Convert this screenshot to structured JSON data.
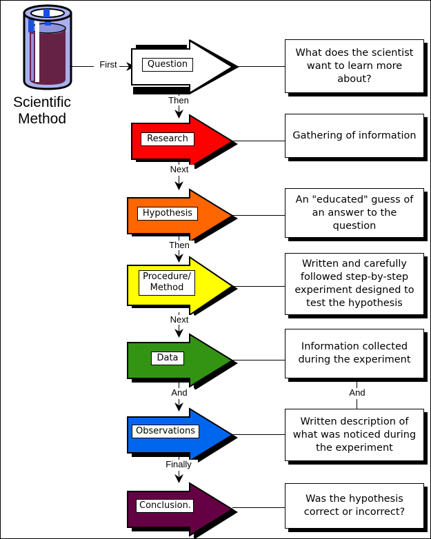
{
  "title": {
    "line1": "Scientific",
    "line2": "Method"
  },
  "icons": {
    "beaker": "beaker-icon",
    "arrow_head_right": "arrowhead-right-icon",
    "arrow_head_down": "arrowhead-down-icon"
  },
  "colors": {
    "question": "#ffffff",
    "research": "#ff0000",
    "hypothesis": "#ff6600",
    "procedure": "#ffff00",
    "data": "#339414",
    "observations": "#0066ee",
    "conclusion": "#660044",
    "outline": "#000000",
    "shadow": "#000000",
    "beaker_glass": "#aab0ee",
    "beaker_liquid": "#662244",
    "beaker_accent": "#1a4fe0"
  },
  "first_connector": {
    "label": "First"
  },
  "steps": [
    {
      "key": "question",
      "label": "Question",
      "fill": "#ffffff",
      "description": "What does the scientist want to learn more about?",
      "connector_below": "Then"
    },
    {
      "key": "research",
      "label": "Research",
      "fill": "#ff0000",
      "description": "Gathering of information",
      "connector_below": "Next"
    },
    {
      "key": "hypothesis",
      "label": "Hypothesis",
      "fill": "#ff6600",
      "description": "An \"educated\" guess of an answer to the question",
      "connector_below": "Then"
    },
    {
      "key": "procedure",
      "label": "Procedure/\nMethod",
      "fill": "#ffff00",
      "description": "Written and carefully followed step-by-step experiment designed to test the hypothesis",
      "connector_below": "Next"
    },
    {
      "key": "data",
      "label": "Data",
      "fill": "#339414",
      "description": "Information collected during the experiment",
      "connector_below": "And"
    },
    {
      "key": "observations",
      "label": "Observations",
      "fill": "#0066ee",
      "description": "Written description of what was noticed during the experiment",
      "connector_below": "Finally"
    },
    {
      "key": "conclusion",
      "label": "Conclusion.",
      "fill": "#660044",
      "description": "Was the hypothesis correct or incorrect?",
      "connector_below": ""
    }
  ],
  "right_connector": {
    "label": "And"
  }
}
